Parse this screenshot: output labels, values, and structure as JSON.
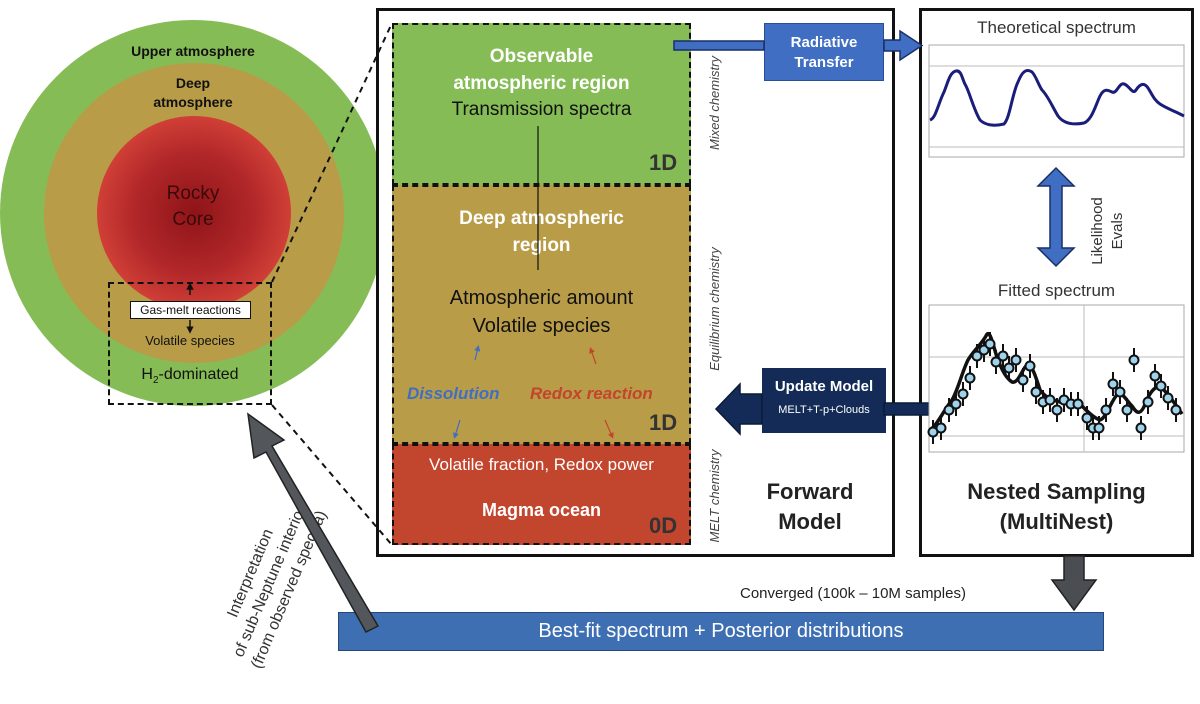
{
  "planet": {
    "upper_atmosphere": "Upper atmosphere",
    "deep_atmosphere_line1": "Deep",
    "deep_atmosphere_line2": "atmosphere",
    "core_line1": "Rocky",
    "core_line2": "Core",
    "gas_melt": "Gas-melt reactions",
    "volatile_species": "Volatile species",
    "h2_prefix": "H",
    "h2_sub": "2",
    "h2_suffix": "-dominated"
  },
  "forward_model": {
    "observable_line1": "Observable",
    "observable_line2": "atmospheric region",
    "transmission": "Transmission spectra",
    "dim_top": "1D",
    "deep_line1": "Deep atmospheric",
    "deep_line2": "region",
    "amount_line1": "Atmospheric amount",
    "amount_line2": "Volatile species",
    "dissolution": "Dissolution",
    "redox_reaction": "Redox reaction",
    "dim_mid": "1D",
    "volatile_fraction": "Volatile fraction, Redox power",
    "magma_ocean": "Magma ocean",
    "dim_bottom": "0D",
    "chem_mixed": "Mixed chemistry",
    "chem_equilibrium": "Equilibrium chemistry",
    "chem_melt": "MELT chemistry",
    "title_line1": "Forward",
    "title_line2": "Model"
  },
  "radiative_transfer": {
    "line1": "Radiative",
    "line2": "Transfer"
  },
  "update_model": {
    "title": "Update Model",
    "sub": "MELT+T-p+Clouds"
  },
  "nested_sampling": {
    "theoretical": "Theoretical spectrum",
    "likelihood_line1": "Likelihood",
    "likelihood_line2": "Evals",
    "fitted": "Fitted spectrum",
    "title_line1": "Nested Sampling",
    "title_line2": "(MultiNest)"
  },
  "converged": "Converged (100k – 10M samples)",
  "result": "Best-fit spectrum + Posterior distributions",
  "interpretation": {
    "line1": "Interpretation",
    "line2": "of sub-Neptune interior",
    "line3": "(from observed spectra)"
  },
  "colors": {
    "green_layer": "#86bc56",
    "tan_layer": "#b99c48",
    "red_layer": "#c2452e",
    "blue_box": "#3f6ec2",
    "navy_box": "#132b56",
    "spectrum_line": "#1a1d7a",
    "fit_point": "#9fd3ec"
  },
  "icons": {
    "big_arrow": "gray-arrow",
    "double_arrow": "blue-double-arrow"
  }
}
